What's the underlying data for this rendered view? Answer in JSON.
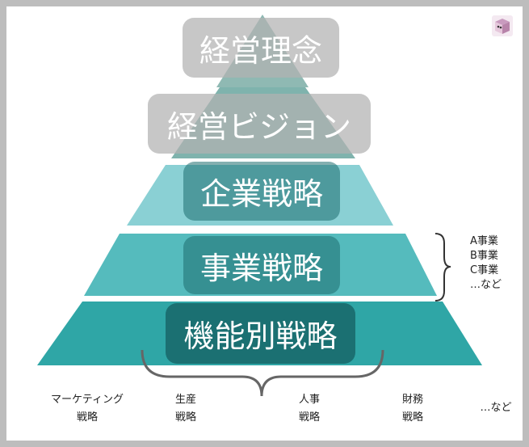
{
  "pyramid": {
    "levels": [
      {
        "label": "経営理念"
      },
      {
        "label": "経営ビジョン"
      },
      {
        "label": "企業戦略"
      },
      {
        "label": "事業戦略"
      },
      {
        "label": "機能別戦略"
      }
    ],
    "colors": {
      "tier_top": "#8fb9b3",
      "tier_vision": "#7fb3ad",
      "tier_corporate": "#8ad0d4",
      "tier_business": "#55bbbd",
      "tier_functional": "#2fa6a6",
      "box_gray": "#b2b2b2",
      "box_teal": "#1e6e70"
    }
  },
  "business_bracket": {
    "items": [
      "A事業",
      "B事業",
      "C事業",
      "…など"
    ]
  },
  "functional_breakdown": {
    "items": [
      {
        "line1": "マーケティング",
        "line2": "戦略"
      },
      {
        "line1": "生産",
        "line2": "戦略"
      },
      {
        "line1": "人事",
        "line2": "戦略"
      },
      {
        "line1": "財務",
        "line2": "戦略"
      },
      {
        "line1": "…など",
        "line2": ""
      }
    ]
  },
  "logo": {
    "icon": "book-character-icon"
  }
}
